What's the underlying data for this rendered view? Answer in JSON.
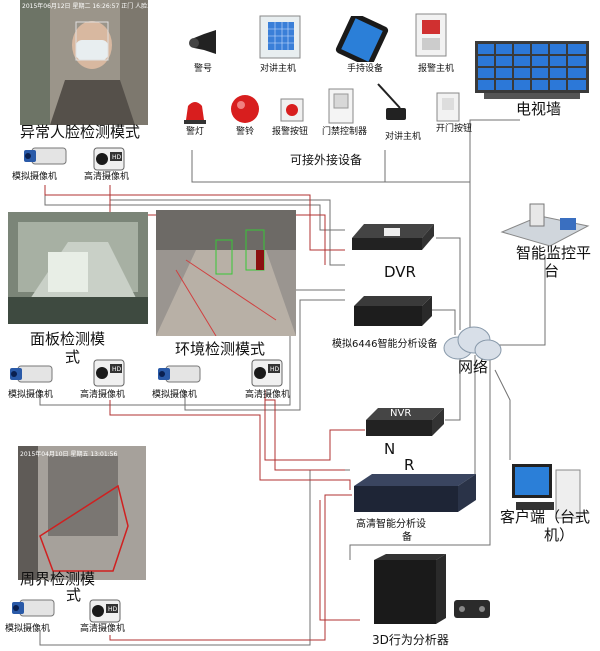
{
  "panels": {
    "face": {
      "title": "异常人脸检测模式",
      "overlay": "2015年06月12日 星期二 16:26:57 正门 人脸3"
    },
    "panel": {
      "title": "面板检测模",
      "title2": "式"
    },
    "env": {
      "title": "环境检测模式"
    },
    "perimeter": {
      "title": "周界检测模",
      "title2": "式",
      "overlay": "2015年04月10日 星期五 13:01:56"
    }
  },
  "cameras": {
    "analog": "模拟摄像机",
    "hd": "高清摄像机",
    "hd_badge": "HD"
  },
  "devices": {
    "siren": "警号",
    "intercom_host": "对讲主机",
    "handheld": "手持设备",
    "alarm_host": "报警主机",
    "warning_light": "警灯",
    "alarm_bell": "警铃",
    "alarm_button": "报警按钮",
    "access_control": "门禁控制器",
    "intercom_host2": "对讲主机",
    "door_button": "开门按钮",
    "external_title": "可接外接设备"
  },
  "center": {
    "dvr": "DVR",
    "analog_analyzer": "模拟6446智能分析设备",
    "nvr_badge": "NVR",
    "nvr_label_1": "N",
    "nvr_label_2": "R",
    "hd_analyzer_1": "高清智能分析设",
    "hd_analyzer_2": "备",
    "analyzer_3d": "3D行为分析器"
  },
  "right": {
    "tv_wall": "电视墙",
    "network": "网络",
    "monitor_platform_1": "智能监控平",
    "monitor_platform_2": "台",
    "client_1": "客户端（台式",
    "client_2": "机）"
  },
  "colors": {
    "red_line": "#b03030",
    "gray_line": "#707070",
    "device_dark": "#2a2a2a"
  }
}
